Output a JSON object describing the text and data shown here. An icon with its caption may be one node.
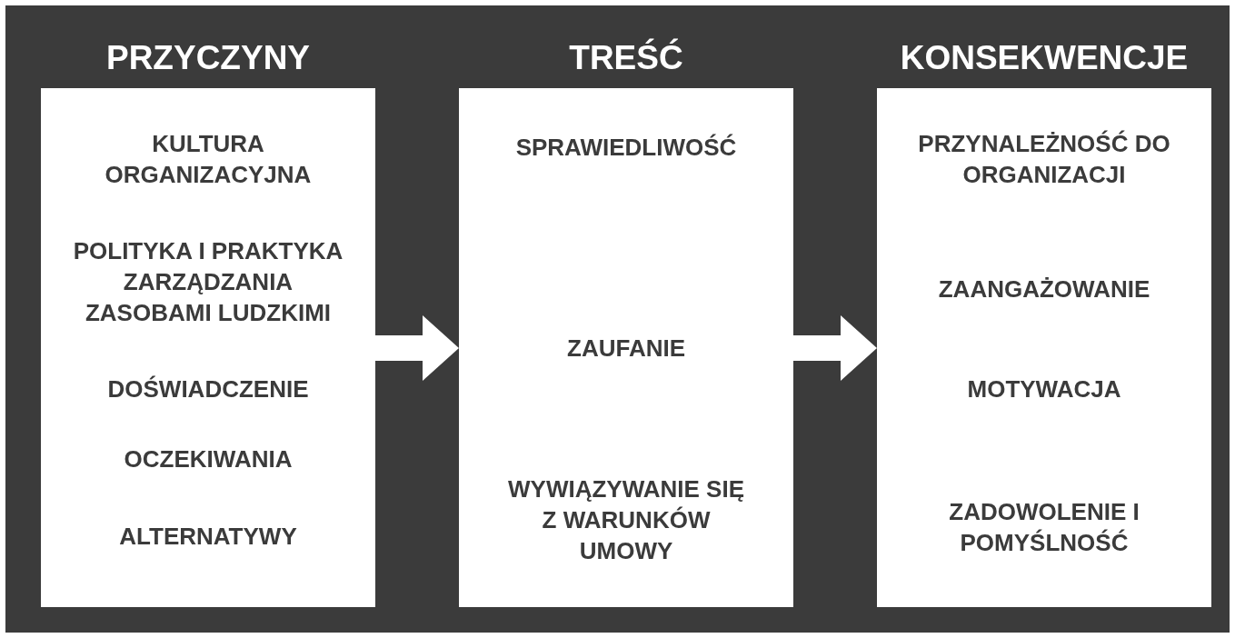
{
  "diagram": {
    "nodes": [
      {
        "text": [
          "PRZYCZYNY",
          "KULTURA ORGANIZACYJNA",
          "POLITYKA I PRAKTYKA ZARZĄDZANIA ZASOBAMI LUDZKIMI",
          "DOŚWIADCZENIE",
          "OCZEKIWANIA",
          "ALTERNATYWY"
        ]
      },
      {
        "text": [
          "TREŚĆ",
          "SPRAWIEDLIWOŚĆ",
          "ZAUFANIE",
          "WYWIĄZYWANIE SIĘ Z WARUNKÓW UMOWY"
        ]
      },
      {
        "text": [
          "KONSEKWENCJE",
          "PRZYNALEŻNOŚĆ DO ORGANIZACJI",
          "ZAANGAŻOWANIE",
          "MOTYWACJA",
          "ZADOWOLENIE I POMYŚLNOŚĆ"
        ]
      }
    ],
    "edges": [
      {
        "from": 0,
        "to": 1,
        "arrow": "to"
      },
      {
        "from": 1,
        "to": 2,
        "arrow": "to"
      }
    ]
  }
}
